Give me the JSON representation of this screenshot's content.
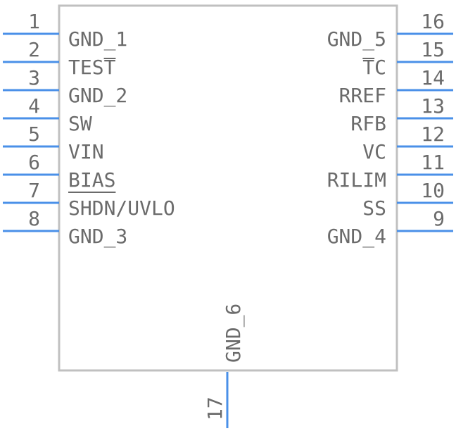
{
  "component": {
    "pins_left": [
      {
        "number": "1",
        "name": "GND_1"
      },
      {
        "number": "2",
        "name": "TEST",
        "overbar": "T"
      },
      {
        "number": "3",
        "name": "GND_2"
      },
      {
        "number": "4",
        "name": "SW"
      },
      {
        "number": "5",
        "name": "VIN"
      },
      {
        "number": "6",
        "name": "BIAS",
        "overbar": "BIAS"
      },
      {
        "number": "7",
        "name": "SHDN/UVLO"
      },
      {
        "number": "8",
        "name": "GND_3"
      }
    ],
    "pins_right": [
      {
        "number": "16",
        "name": "GND_5"
      },
      {
        "number": "15",
        "name": "TC",
        "overbar": "T"
      },
      {
        "number": "14",
        "name": "RREF"
      },
      {
        "number": "13",
        "name": "RFB"
      },
      {
        "number": "12",
        "name": "VC"
      },
      {
        "number": "11",
        "name": "RILIM"
      },
      {
        "number": "10",
        "name": "SS"
      },
      {
        "number": "9",
        "name": "GND_4"
      }
    ],
    "pin_bottom": {
      "number": "17",
      "name": "GND_6"
    },
    "colors": {
      "pin": "#4a90e8",
      "outline": "#c0c0c0",
      "text": "#6b6b6b"
    }
  }
}
